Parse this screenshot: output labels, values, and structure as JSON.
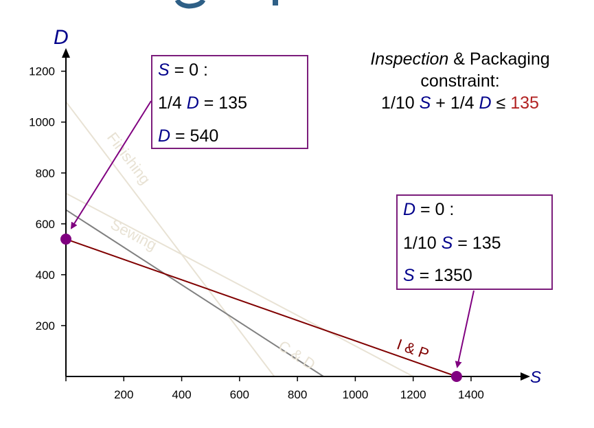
{
  "chart_data": {
    "type": "line",
    "xlabel": "S",
    "ylabel": "D",
    "xlim": [
      0,
      1550
    ],
    "ylim": [
      0,
      1280
    ],
    "x_ticks": [
      "200",
      "400",
      "600",
      "800",
      "1000",
      "1200",
      "1400"
    ],
    "y_ticks": [
      "200",
      "400",
      "600",
      "800",
      "1000",
      "1200"
    ],
    "x_tick_values": [
      200,
      400,
      600,
      800,
      1000,
      1200,
      1400
    ],
    "y_tick_values": [
      200,
      400,
      600,
      800,
      1000,
      1200
    ],
    "series": [
      {
        "name": "Finishing",
        "x": [
          0,
          720
        ],
        "y": [
          1080,
          0
        ],
        "color": "#e8e2d4"
      },
      {
        "name": "Sewing",
        "x": [
          0,
          1200
        ],
        "y": [
          720,
          0
        ],
        "color": "#e8e2d4"
      },
      {
        "name": "C & D",
        "x": [
          0,
          890
        ],
        "y": [
          655,
          0
        ],
        "color": "#808080"
      },
      {
        "name": "I & P",
        "x": [
          0,
          1350
        ],
        "y": [
          540,
          0
        ],
        "color": "#800000"
      }
    ],
    "points": [
      {
        "x": 0,
        "y": 540,
        "color": "#800080"
      },
      {
        "x": 1350,
        "y": 0,
        "color": "#800080"
      }
    ],
    "grid": false
  },
  "title": {
    "line1_italic": "Inspection",
    "line1_rest": " & Packaging",
    "line2": "constraint:",
    "eq_a": "1/10 ",
    "eq_s": "S",
    "eq_b": " + 1/4 ",
    "eq_d": "D",
    "eq_c": " ≤ ",
    "eq_rhs": "135"
  },
  "box_left": {
    "r1_var": "S",
    "r1_rest": " = 0 :",
    "r2_pre": "1/4 ",
    "r2_var": "D",
    "r2_rest": " = 135",
    "r3_var": "D",
    "r3_rest": " = 540"
  },
  "box_right": {
    "r1_var": "D",
    "r1_rest": " = 0 :",
    "r2_pre": "1/10 ",
    "r2_var": "S",
    "r2_rest": " = 135",
    "r3_var": "S",
    "r3_rest": " = 1350"
  },
  "colors": {
    "axis": "#000000",
    "box_border": "#7b1c7b",
    "arrow": "#800080",
    "var_blue": "#00008b",
    "rhs_red": "#b22222",
    "logo_blue": "#2e5f86"
  }
}
